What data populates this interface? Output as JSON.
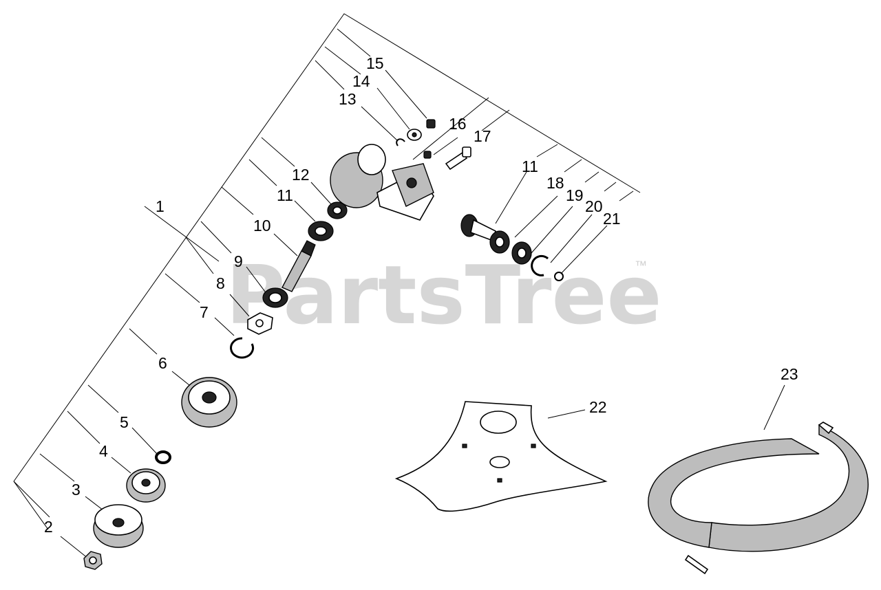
{
  "watermark": {
    "text": "PartsTree",
    "trademark": "™"
  },
  "callouts": [
    {
      "id": "c1",
      "label": "1"
    },
    {
      "id": "c2",
      "label": "2"
    },
    {
      "id": "c3",
      "label": "3"
    },
    {
      "id": "c4",
      "label": "4"
    },
    {
      "id": "c5",
      "label": "5"
    },
    {
      "id": "c6",
      "label": "6"
    },
    {
      "id": "c7",
      "label": "7"
    },
    {
      "id": "c8",
      "label": "8"
    },
    {
      "id": "c9",
      "label": "9"
    },
    {
      "id": "c10",
      "label": "10"
    },
    {
      "id": "c11a",
      "label": "11"
    },
    {
      "id": "c12",
      "label": "12"
    },
    {
      "id": "c13",
      "label": "13"
    },
    {
      "id": "c14",
      "label": "14"
    },
    {
      "id": "c15",
      "label": "15"
    },
    {
      "id": "c16",
      "label": "16"
    },
    {
      "id": "c17",
      "label": "17"
    },
    {
      "id": "c11b",
      "label": "11"
    },
    {
      "id": "c18",
      "label": "18"
    },
    {
      "id": "c19",
      "label": "19"
    },
    {
      "id": "c20",
      "label": "20"
    },
    {
      "id": "c21",
      "label": "21"
    },
    {
      "id": "c22",
      "label": "22"
    },
    {
      "id": "c23",
      "label": "23"
    }
  ]
}
